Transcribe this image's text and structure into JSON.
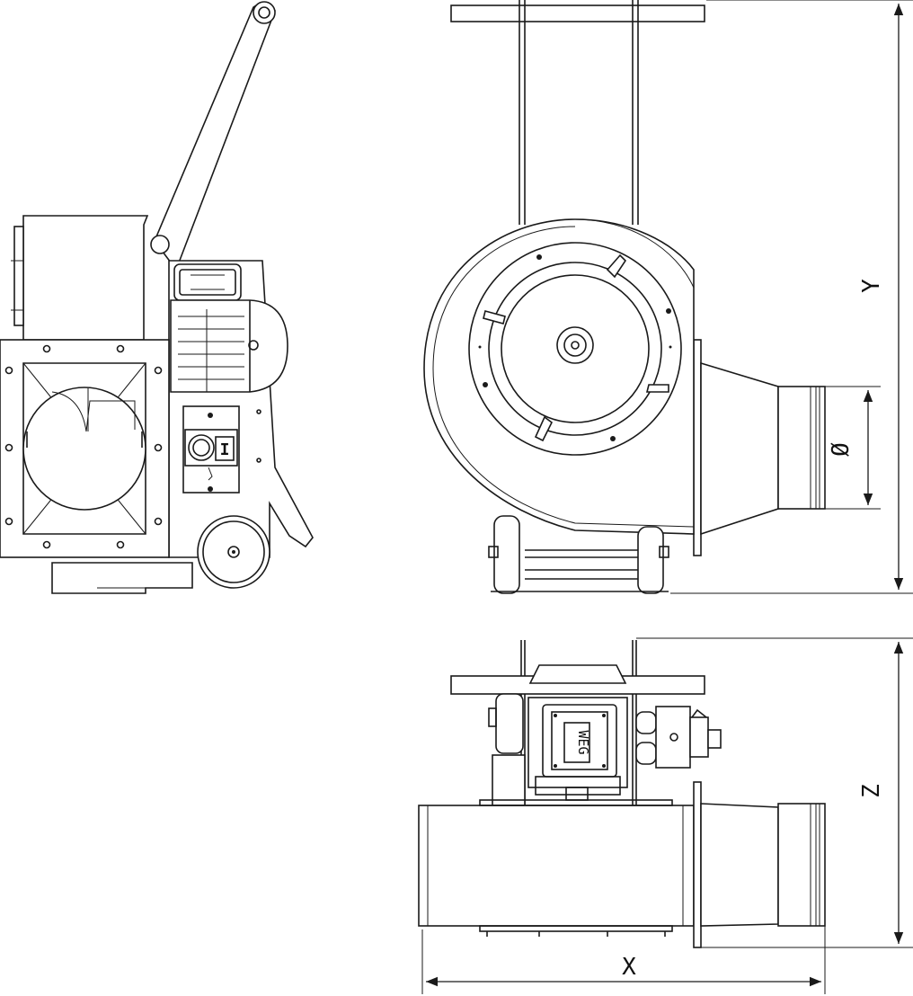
{
  "dimensions": {
    "x_label": "X",
    "y_label": "Y",
    "z_label": "Z",
    "diameter_label": "Ø"
  },
  "switch": {
    "on_symbol": "I"
  },
  "motor": {
    "brand_badge": "WEG"
  },
  "icons": {
    "arrow": "triangle-arrowhead",
    "switch": "rotary-switch-icon"
  },
  "colors": {
    "line": "#1a1a1a",
    "background": "#ffffff"
  }
}
